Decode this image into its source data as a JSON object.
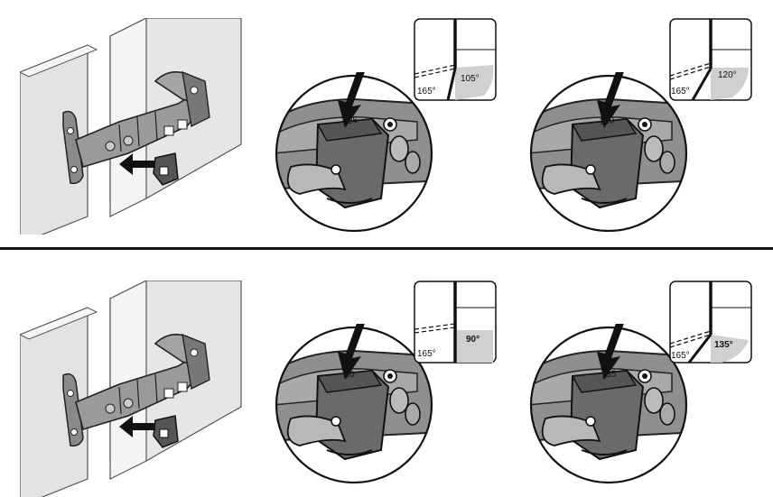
{
  "figure": {
    "rows": [
      {
        "panels": [
          {
            "detail_label": "105",
            "angle_box": {
              "left_angle": "165°",
              "right_angle": "105°"
            }
          },
          {
            "detail_label": "120",
            "angle_box": {
              "left_angle": "165°",
              "right_angle": "120°"
            }
          }
        ]
      },
      {
        "panels": [
          {
            "detail_label": "90",
            "angle_box": {
              "left_angle": "165°",
              "right_angle": "90°"
            }
          },
          {
            "detail_label": "135",
            "angle_box": {
              "left_angle": "165°",
              "right_angle": "135°"
            }
          }
        ]
      }
    ]
  }
}
